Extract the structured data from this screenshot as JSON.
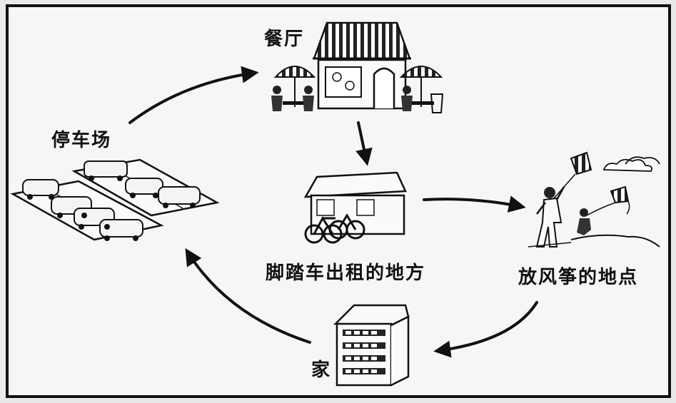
{
  "labels": {
    "restaurant": "餐厅",
    "parking": "停车场",
    "bike_rental": "脚踏车出租的地方",
    "kite_place": "放风筝的地点",
    "home": "家"
  },
  "icons": {
    "restaurant": "restaurant-icon",
    "parking": "parking-lot-icon",
    "bike_rental": "bike-rental-shop-icon",
    "kite_place": "kite-flying-icon",
    "home": "apartment-building-icon"
  },
  "colors": {
    "ink": "#111111",
    "paper": "#f7f7f7",
    "border": "#111111"
  }
}
